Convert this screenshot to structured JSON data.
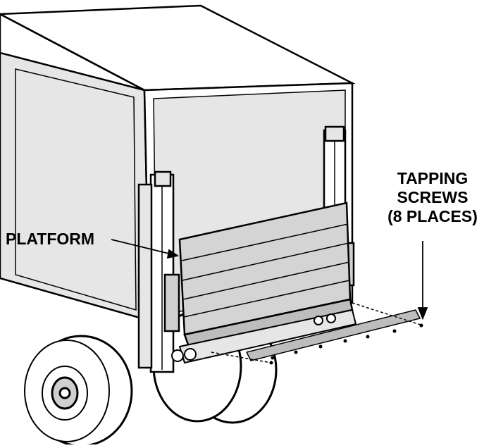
{
  "callouts": {
    "platform": "PLATFORM",
    "screws": {
      "line1": "TAPPING",
      "line2": "SCREWS",
      "line3": "(8 PLACES)"
    }
  },
  "colors": {
    "ink": "#000000",
    "body_fill": "#e6e6e6",
    "platform_fill": "#cfcfcf",
    "tire_fill": "#ffffff",
    "strip_fill": "#bdbdbd"
  }
}
